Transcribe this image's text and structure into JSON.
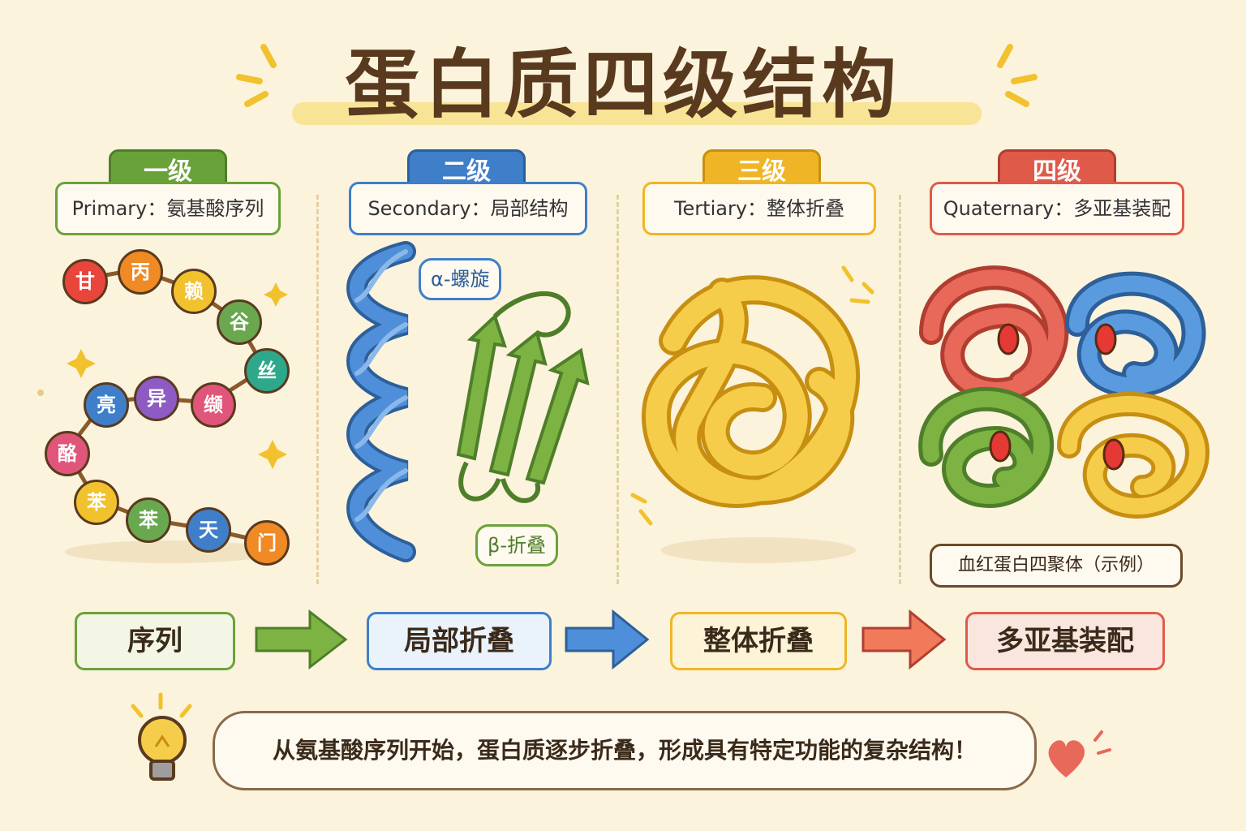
{
  "title": "蛋白质四级结构",
  "levels": [
    {
      "badge": "一级",
      "subtitle": "Primary：氨基酸序列",
      "color": "#6aa23a"
    },
    {
      "badge": "二级",
      "subtitle": "Secondary：局部结构",
      "color": "#3f7fc9"
    },
    {
      "badge": "三级",
      "subtitle": "Tertiary：整体折叠",
      "color": "#f0b526"
    },
    {
      "badge": "四级",
      "subtitle": "Quaternary：多亚基装配",
      "color": "#e05a4a"
    }
  ],
  "amino_acids": [
    {
      "label": "甘",
      "color": "#e8453c"
    },
    {
      "label": "丙",
      "color": "#f08a24"
    },
    {
      "label": "赖",
      "color": "#f2c12e"
    },
    {
      "label": "谷",
      "color": "#6aa84f"
    },
    {
      "label": "丝",
      "color": "#2ea88a"
    },
    {
      "label": "缬",
      "color": "#e0567a"
    },
    {
      "label": "异",
      "color": "#8e5bc4"
    },
    {
      "label": "亮",
      "color": "#3f7fc9"
    },
    {
      "label": "酪",
      "color": "#e0567a"
    },
    {
      "label": "苯",
      "color": "#f2c12e"
    },
    {
      "label": "苯",
      "color": "#6aa84f"
    },
    {
      "label": "天",
      "color": "#3f7fc9"
    },
    {
      "label": "门",
      "color": "#f08a24"
    }
  ],
  "secondary_labels": {
    "helix": "α-螺旋",
    "sheet": "β-折叠"
  },
  "quaternary_caption": "血红蛋白四聚体（示例）",
  "flow": [
    "序列",
    "局部折叠",
    "整体折叠",
    "多亚基装配"
  ],
  "summary": "从氨基酸序列开始，蛋白质逐步折叠，形成具有特定功能的复杂结构！"
}
